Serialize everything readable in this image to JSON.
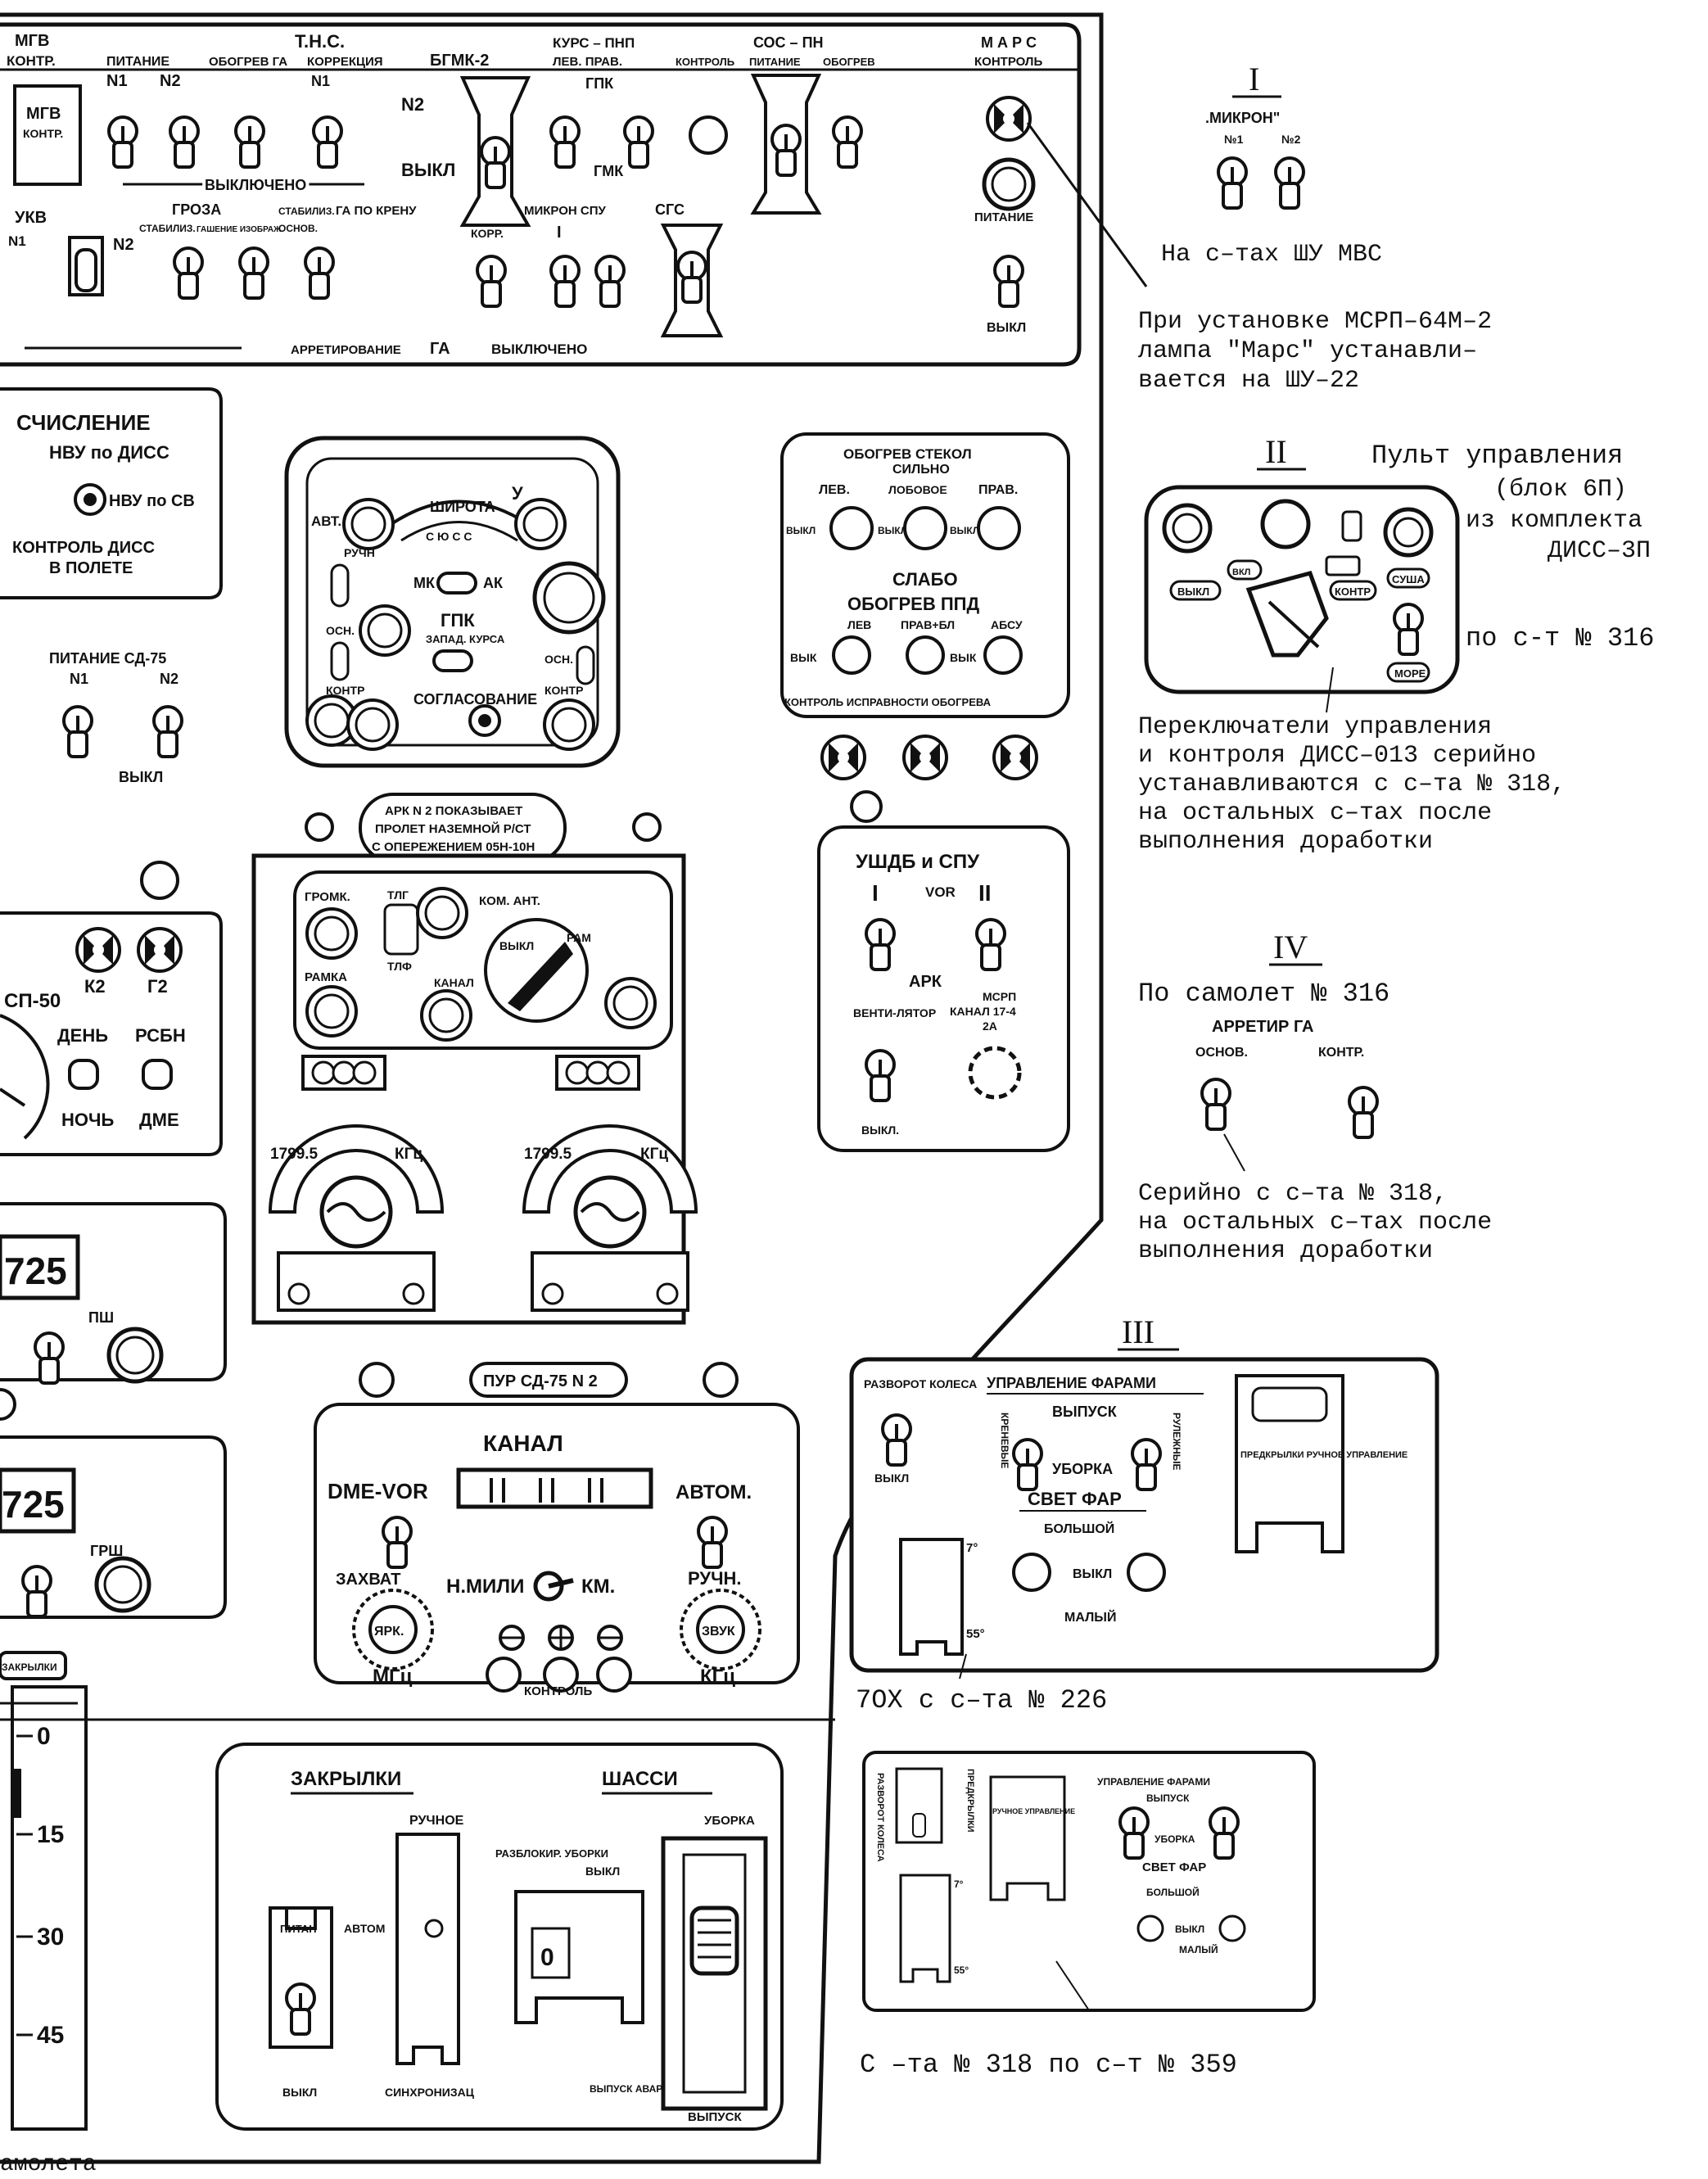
{
  "top_panel": {
    "mgv": "МГВ",
    "kontr": "КОНТР.",
    "mgv_kontr": "МГВ КОНТР.",
    "tns": "Т.Н.С.",
    "pitanie": "ПИТАНИЕ",
    "n1": "N1",
    "n2": "N2",
    "obogrev_ga": "ОБОГРЕВ ГА",
    "korrekciya": "КОРРЕКЦИЯ",
    "korrekciya_n1": "N1",
    "btmk": "БГМК-2",
    "btmk_n2": "N2",
    "vykl": "ВЫКЛ",
    "vyklyucheno": "ВЫКЛЮЧЕНО",
    "kurs_pnp": "КУРС – ПНП",
    "lev_prav": "ЛЕВ. ПРАВ.",
    "gpk": "ГПК",
    "gmk": "ГМК",
    "sos_pn": "СОС – ПН",
    "kontrol": "КОНТРОЛЬ",
    "pitanie2": "ПИТАНИЕ",
    "obogrev": "ОБОГРЕВ",
    "mars": "М А Р С",
    "mars_kontrol": "КОНТРОЛЬ",
    "mars_pitanie": "ПИТАНИЕ",
    "mars_vykl": "ВЫКЛ",
    "ukv": "УКВ",
    "ukv_n1": "N1",
    "ukv_n2": "N2",
    "groza": "ГРОЗА",
    "stabiliz": "СТАБИЛИЗ.",
    "stabiliz2": "СТАБИЛИЗ.",
    "gashenie": "ГАШЕНИЕ ИЗОБРАЖ.",
    "osnov": "ОСНОВ.",
    "ga_po_krenu": "ГА ПО КРЕНУ",
    "korr": "КОРР.",
    "mikron_spu": "МИКРОН СПУ",
    "mikron_spu_i": "I",
    "sgs": "СГС",
    "arretirovanie": "АРРЕТИРОВАНИЕ",
    "ga": "ГА",
    "vyklyucheno2": "ВЫКЛЮЧЕНО"
  },
  "left_block": {
    "schislenie": "СЧИСЛЕНИЕ",
    "nvu_po_diss": "НВУ по ДИСС",
    "nvu_po_sv": "НВУ по СВ",
    "kontrol_diss": "КОНТРОЛЬ ДИСС",
    "v_polete": "В ПОЛЕТЕ",
    "pitanie_sd": "ПИТАНИЕ СД-75",
    "sd_n1": "N1",
    "sd_n2": "N2",
    "sd_vykl": "ВЫКЛ"
  },
  "gpk_panel": {
    "shirota": "ШИРОТА",
    "y": "У",
    "scale": "С Ю С С",
    "avt_y": "АВТ. У",
    "ruchn": "РУЧН",
    "mk": "МК",
    "ak": "АК",
    "gpk": "ГПК",
    "zapad_kursa": "ЗАПАД. КУРСА",
    "osn_left": "ОСН.",
    "kontr_left": "КОНТР",
    "osn_right": "ОСН.",
    "kontr_right": "КОНТР",
    "soglasovanie": "СОГЛАСОВАНИЕ"
  },
  "arp_note": {
    "line1": "АРК N 2 ПОКАЗЫВАЕТ",
    "line2": "ПРОЛЕТ НАЗЕМНОЙ Р/СТ",
    "line3": "С ОПЕРЕЖЕНИЕМ 05Н-10Н"
  },
  "ark_panel": {
    "gromk": "ГРОМК.",
    "tlg": "ТЛГ",
    "tlf": "ТЛФ",
    "kom_ant": "КОМ. АНТ.",
    "vykl": "ВЫКЛ",
    "ramka": "РАМКА",
    "kanal": "КАНАЛ",
    "ram": "РАМ",
    "freq_left": "1799.5",
    "freq_right": "1799.5",
    "khz_left": "КГц",
    "khz_right": "КГц"
  },
  "sp50": {
    "k2": "К2",
    "g2": "Г2",
    "sp50": "СП-50",
    "den": "ДЕНЬ",
    "rsbn": "РСБН",
    "noch": "НОЧЬ",
    "dme": "ДМЕ"
  },
  "left_lower": {
    "display1": "725",
    "display2": "725",
    "psh": "ПШ",
    "grsh": "ГРШ"
  },
  "obogrev_panel": {
    "obogrev_stekol": "ОБОГРЕВ СТЕКОЛ",
    "silno": "СИЛЬНО",
    "lev": "ЛЕВ.",
    "lobovoe": "ЛОБОВОЕ",
    "prav": "ПРАВ.",
    "vykl1": "ВЫКЛ",
    "vykl2": "ВЫКЛ",
    "vykl3": "ВЫКЛ",
    "slabo": "СЛАБО",
    "obogrev_ppd": "ОБОГРЕВ ППД",
    "ppd_lev": "ЛЕВ",
    "ppd_prav": "ПРАВ+БЛ",
    "ppd_absu": "АБСУ",
    "ppd_vykl1": "ВЫК",
    "ppd_vykl2": "ВЫК",
    "kontrol_ispravnosti": "КОНТРОЛЬ ИСПРАВНОСТИ ОБОГРЕВА"
  },
  "ushdb_panel": {
    "title": "УШДБ и СПУ",
    "i": "I",
    "vor": "VOR",
    "ii": "II",
    "ark": "АРК",
    "ventilyator": "ВЕНТИ-ЛЯТОР",
    "msrp": "МСРП",
    "kanal": "КАНАЛ 17-4",
    "amp": "2А",
    "vykl": "ВЫКЛ."
  },
  "pur_panel": {
    "title": "ПУР СД-75 N 2",
    "kanal": "КАНАЛ",
    "dme_vor": "DME-VOR",
    "avtom": "АВТОМ.",
    "zakhvat": "ЗАХВАТ",
    "n_mili": "Н.МИЛИ",
    "km": "КМ.",
    "ruchn": "РУЧН.",
    "yark": "ЯРК.",
    "zvuk": "ЗВУК",
    "mhz": "МГц",
    "khz": "КГц",
    "kontrol": "КОНТРОЛЬ"
  },
  "zakrylki_panel": {
    "zakrylki": "ЗАКРЫЛКИ",
    "shassi": "ШАССИ",
    "ruchnoe": "РУЧНОЕ",
    "pitan": "ПИТАН",
    "avtom": "АВТОМ",
    "razblokir": "РАЗБЛОКИР. УБОРКИ",
    "vykl_top": "ВЫКЛ",
    "uborka": "УБОРКА",
    "vykl": "ВЫКЛ",
    "synkhroniz": "СИНХРОНИЗАЦ",
    "vypusk_avar": "ВЫПУСК АВАРИЙН.",
    "vypusk": "ВЫПУСК"
  },
  "flap_scale": {
    "title": "ЗАКРЫЛКИ",
    "v0": "0",
    "v15": "15",
    "v30": "30",
    "v45": "45"
  },
  "footer_text": "амолета",
  "inset_I": {
    "roman": "I",
    "mikron": ".МИКРОН\"",
    "n1": "№1",
    "n2": "№2",
    "caption": "На с–тах ШУ МВС"
  },
  "mars_note": {
    "line1": "При установке МСРП–64М–2",
    "line2": "лампа \"Марс\" устанавли–",
    "line3": "вается на ШУ–22"
  },
  "inset_II": {
    "roman": "II",
    "title1": "Пульт управления",
    "title2": "(блок 6П)",
    "title3": "из комплекта",
    "title4": "ДИСС–3П",
    "vkl": "ВКЛ",
    "vykl": "ВЫКЛ",
    "kontr": "КОНТР",
    "susha": "СУША",
    "more": "МОРЕ",
    "range": "по с-т № 316"
  },
  "diss_note": {
    "line1": "Переключатели управления",
    "line2": "и контроля ДИСС–013 серийно",
    "line3": "устанавливаются с с–та № 318,",
    "line4": "на остальных с–тах после",
    "line5": "выполнения доработки"
  },
  "inset_IV": {
    "roman": "IV",
    "caption": "По самолет № 316",
    "arretir": "АРРЕТИР ГА",
    "osnov": "ОСНОВ.",
    "kontr": "КОНТР.",
    "note1": "Серийно с с–та № 318,",
    "note2": "на остальных с–тах после",
    "note3": "выполнения доработки"
  },
  "inset_III": {
    "roman": "III",
    "razvorot": "РАЗВОРОТ КОЛЕСА",
    "vykl": "ВЫКЛ",
    "upravlenie": "УПРАВЛЕНИЕ ФАРАМИ",
    "vypusk": "ВЫПУСК",
    "uborka": "УБОРКА",
    "svet_far": "СВЕТ ФАР",
    "bolshoy": "БОЛЬШОЙ",
    "malyy": "МАЛЫЙ",
    "vykl2": "ВЫКЛ",
    "krenevye": "КРЕНЕВЫЕ",
    "rulezhnye": "РУЛЕЖНЫЕ",
    "predkrylki": "ПРЕДКРЫЛКИ РУЧНОЕ УПРАВЛЕНИЕ",
    "angle55": "55°",
    "angle7": "7°",
    "caption": "7ОХ с с–та № 226"
  },
  "inset_V": {
    "razvorot": "РАЗВОРОТ КОЛЕСА",
    "predkrylki": "ПРЕДКРЫЛКИ",
    "ruchnoe": "РУЧНОЕ УПРАВЛЕНИЕ",
    "upravlenie": "УПРАВЛЕНИЕ ФАРАМИ",
    "vypusk": "ВЫПУСК",
    "uborka": "УБОРКА",
    "svet_far": "СВЕТ ФАР",
    "bolshoy": "БОЛЬШОЙ",
    "vykl": "ВЫКЛ",
    "malyy": "МАЛЫЙ",
    "angle7": "7°",
    "angle55": "55°",
    "caption": "С –та № 318 по с–т № 359"
  }
}
